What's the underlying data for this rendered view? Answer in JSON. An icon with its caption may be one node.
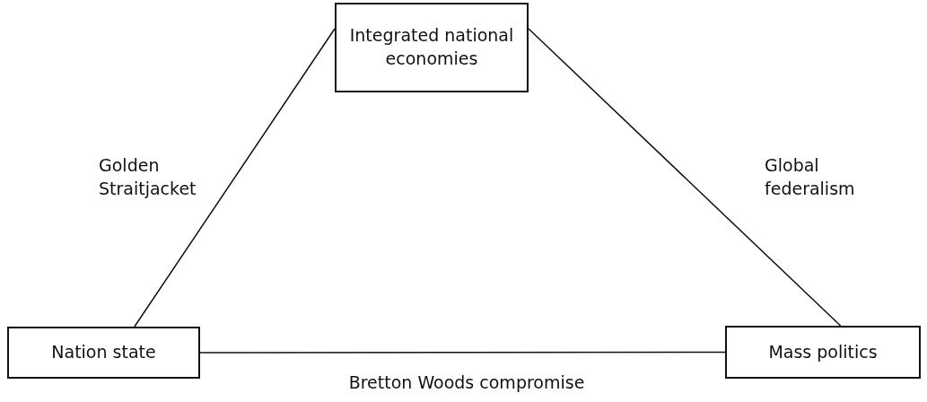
{
  "diagram": {
    "nodes": [
      {
        "text": [
          "Integrated national economies"
        ]
      },
      {
        "text": [
          "Nation state"
        ]
      },
      {
        "text": [
          "Mass politics"
        ]
      }
    ],
    "edges": [
      {
        "from": 0,
        "to": 1,
        "arrow": "none",
        "label": "Golden Straitjacket"
      },
      {
        "from": 0,
        "to": 2,
        "arrow": "none",
        "label": "Global federalism"
      },
      {
        "from": 1,
        "to": 2,
        "arrow": "none",
        "label": "Bretton Woods compromise"
      }
    ]
  }
}
